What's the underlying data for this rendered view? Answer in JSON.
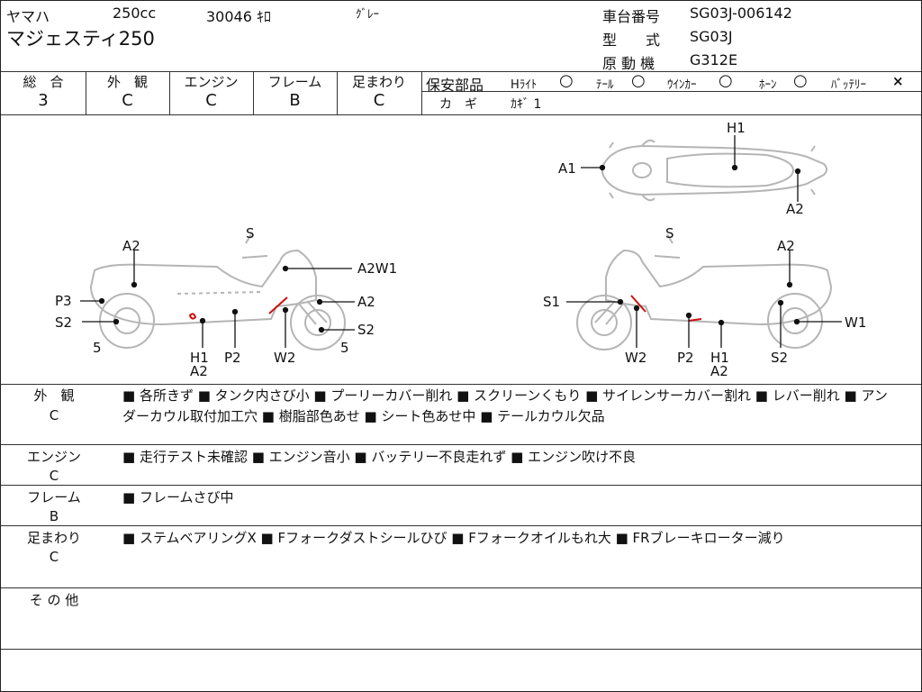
{
  "header": {
    "maker": "ヤマハ",
    "displacement": "250cc",
    "mileage": "30046 ｷﾛ",
    "color": "ｸﾞﾚｰ",
    "model_name": "マジェスティ250",
    "frame_label": "車台番号",
    "frame_value": "SG03J-006142",
    "type_label": "型　　式",
    "type_value": "SG03J",
    "engine_label": "原 動 機",
    "engine_value": "G312E"
  },
  "grades": [
    {
      "label": "総　合",
      "value": "3"
    },
    {
      "label": "外　観",
      "value": "C"
    },
    {
      "label": "エンジン",
      "value": "C"
    },
    {
      "label": "フレーム",
      "value": "B"
    },
    {
      "label": "足まわり",
      "value": "C"
    }
  ],
  "safety": {
    "label": "保安部品",
    "items": [
      {
        "name": "Hﾗｲﾄ",
        "mark": "○"
      },
      {
        "name": "ﾃｰﾙ",
        "mark": "○"
      },
      {
        "name": "ｳｲﾝｶｰ",
        "mark": "○"
      },
      {
        "name": "ﾎｰﾝ",
        "mark": "○"
      },
      {
        "name": "ﾊﾞｯﾃﾘｰ",
        "mark": "×"
      }
    ],
    "key_label": "カ　ギ",
    "key_value": "ｶｷﾞ 1"
  },
  "diagram_labels": {
    "top_h1": "H1",
    "top_a1": "A1",
    "top_a2": "A2",
    "l_s": "S",
    "l_a2": "A2",
    "l_a2w1": "A2W1",
    "l_p3": "P3",
    "l_a2r": "A2",
    "l_s2l": "S2",
    "l_s2r": "S2",
    "l_5a": "5",
    "l_5b": "5",
    "l_h1": "H1",
    "l_a2b": "A2",
    "l_p2": "P2",
    "l_w2": "W2",
    "r_s": "S",
    "r_a2": "A2",
    "r_s1": "S1",
    "r_w1": "W1",
    "r_w2": "W2",
    "r_p2": "P2",
    "r_h1": "H1",
    "r_a2b": "A2",
    "r_s2": "S2"
  },
  "sections": [
    {
      "label": "外　観",
      "grade": "C",
      "text": "■ 各所きず ■ タンク内さび小 ■ プーリーカバー削れ ■ スクリーンくもり ■ サイレンサーカバー割れ ■ レバー削れ ■ アンダーカウル取付加工穴 ■ 樹脂部色あせ ■ シート色あせ中 ■ テールカウル欠品"
    },
    {
      "label": "エンジン",
      "grade": "C",
      "text": "■ 走行テスト未確認 ■ エンジン音小 ■ バッテリー不良走れず ■ エンジン吹け不良"
    },
    {
      "label": "フレーム",
      "grade": "B",
      "text": "■ フレームさび中"
    },
    {
      "label": "足まわり",
      "grade": "C",
      "text": "■ ステムベアリングX ■ Fフォークダストシールひび ■ Fフォークオイルもれ大 ■ FRブレーキローター減り"
    },
    {
      "label": "そ の 他",
      "grade": "",
      "text": ""
    }
  ]
}
